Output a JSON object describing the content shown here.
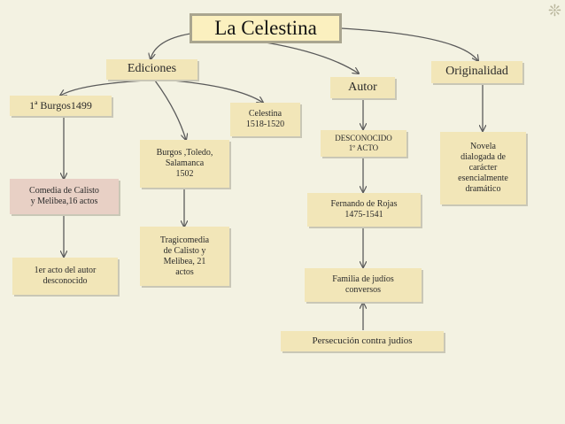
{
  "title": "La Celestina",
  "corner_mark": "❊",
  "nodes": {
    "ediciones": "Ediciones",
    "autor": "Autor",
    "originalidad": "Originalidad",
    "burgos_1499": "1ª Burgos1499",
    "celestina_1518": "Celestina\n1518-1520",
    "burgos_toledo": "Burgos ,Toledo,\nSalamanca\n1502",
    "comedia": "Comedia de Calisto\ny Melibea,16 actos",
    "primer_acto": "1er acto del autor\ndesconocido",
    "tragicomedia": "Tragicomedia\nde Calisto y\nMelibea, 21\nactos",
    "desconocido": "DESCONOCIDO\n1º ACTO",
    "fernando": "Fernando de Rojas\n1475-1541",
    "familia": "Familia de judíos\nconversos",
    "persecucion": "Persecución contra judíos",
    "novela": "Novela\ndialogada de\ncarácter\nesencialmente\ndramático"
  }
}
